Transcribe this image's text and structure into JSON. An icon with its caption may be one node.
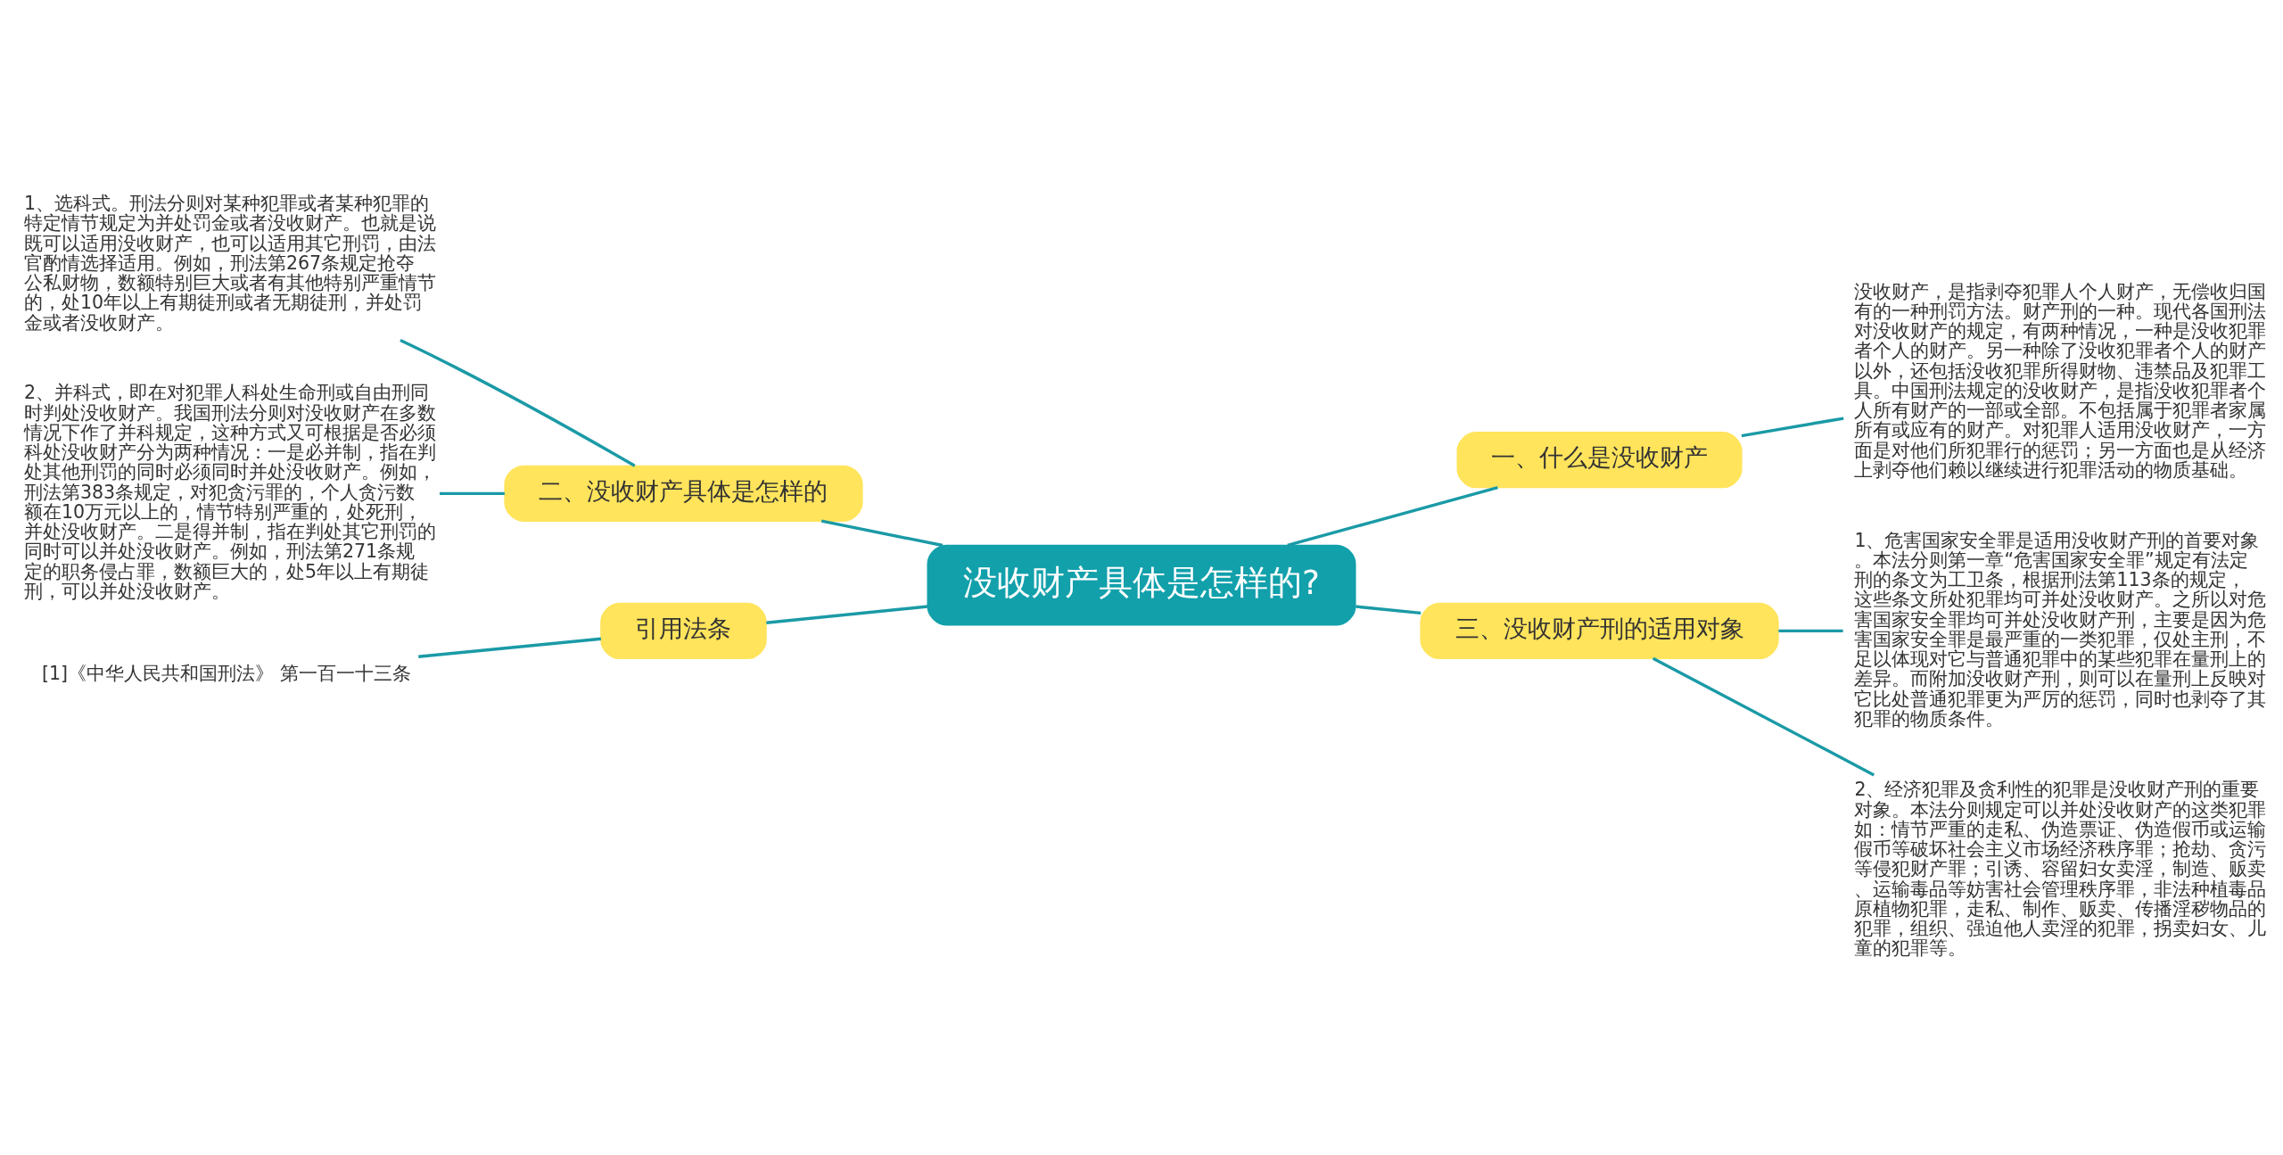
{
  "diagram": {
    "nodes": [
      {
        "text": [
          "没收财产具体是怎样的?"
        ]
      },
      {
        "text": [
          "一、什么是没收财产"
        ]
      },
      {
        "text": [
          "没收财产，是指剥夺犯罪人个人财产，无偿收归国有的一种刑罚方法。财产刑的一种。现代各国刑法对没收财产的规定，有两种情况，一种是没收犯罪者个人的财产。另一种除了没收犯罪者个人的财产以外，还包括没收犯罪所得财物、违禁品及犯罪工具。中国刑法规定的没收财产，是指没收犯罪者个人所有财产的一部或全部。不包括属于犯罪者家属所有或应有的财产。对犯罪人适用没收财产，一方面是对他们所犯罪行的惩罚；另一方面也是从经济上剥夺他们赖以继续进行犯罪活动的物质基础。"
        ]
      },
      {
        "text": [
          "二、没收财产具体是怎样的"
        ]
      },
      {
        "text": [
          "1、选科式。刑法分则对某种犯罪或者某种犯罪的特定情节规定为并处罚金或者没收财产。也就是说既可以适用没收财产，也可以适用其它刑罚，由法官酌情选择适用。例如，刑法第267条规定抢夺公私财物，数额特别巨大或者有其他特别严重情节的，处10年以上有期徒刑或者无期徒刑，并处罚金或者没收财产。"
        ]
      },
      {
        "text": [
          "2、并科式，即在对犯罪人科处生命刑或自由刑同时判处没收财产。我国刑法分则对没收财产在多数情况下作了并科规定，这种方式又可根据是否必须科处没收财产分为两种情况：一是必并制，指在判处其他刑罚的同时必须同时并处没收财产。例如，刑法第383条规定，对犯贪污罪的，个人贪污数额在10万元以上的，情节特别严重的，处死刑，并处没收财产。二是得并制，指在判处其它刑罚的同时可以并处没收财产。例如，刑法第271条规定的职务侵占罪，数额巨大的，处5年以上有期徒刑，可以并处没收财产。"
        ]
      },
      {
        "text": [
          "三、没收财产刑的适用对象"
        ]
      },
      {
        "text": [
          "1、危害国家安全罪是适用没收财产刑的首要对象。本法分则第一章“危害国家安全罪”规定有法定刑的条文为工卫条，根据刑法第113条的规定，这些条文所处犯罪均可并处没收财产。之所以对危害国家安全罪均可并处没收财产刑，主要是因为危害国家安全罪是最严重的一类犯罪，仅处主刑，不足以体现对它与普通犯罪中的某些犯罪在量刑上的差异。而附加没收财产刑，则可以在量刑上反映对它比处普通犯罪更为严厉的惩罚，同时也剥夺了其犯罪的物质条件。"
        ]
      },
      {
        "text": [
          "2、经济犯罪及贪利性的犯罪是没收财产刑的重要对象。本法分则规定可以并处没收财产的这类犯罪如：情节严重的走私、伪造票证、伪造假币或运输假币等破坏社会主义市场经济秩序罪；抢劫、贪污等侵犯财产罪；引诱、容留妇女卖淫，制造、贩卖、运输毒品等妨害社会管理秩序罪，非法种植毒品原植物犯罪，走私、制作、贩卖、传播淫秽物品的犯罪，组织、强迫他人卖淫的犯罪，拐卖妇女、儿童的犯罪等。"
        ]
      },
      {
        "text": [
          "引用法条"
        ]
      },
      {
        "text": [
          "[1]《中华人民共和国刑法》 第一百一十三条"
        ]
      }
    ],
    "edges": [
      {
        "from": 0,
        "to": 1,
        "arrow": "none"
      },
      {
        "from": 1,
        "to": 2,
        "arrow": "none"
      },
      {
        "from": 0,
        "to": 3,
        "arrow": "none"
      },
      {
        "from": 3,
        "to": 4,
        "arrow": "none"
      },
      {
        "from": 3,
        "to": 5,
        "arrow": "none"
      },
      {
        "from": 0,
        "to": 6,
        "arrow": "none"
      },
      {
        "from": 6,
        "to": 7,
        "arrow": "none"
      },
      {
        "from": 6,
        "to": 8,
        "arrow": "none"
      },
      {
        "from": 0,
        "to": 9,
        "arrow": "none"
      },
      {
        "from": 9,
        "to": 10,
        "arrow": "none"
      }
    ]
  }
}
